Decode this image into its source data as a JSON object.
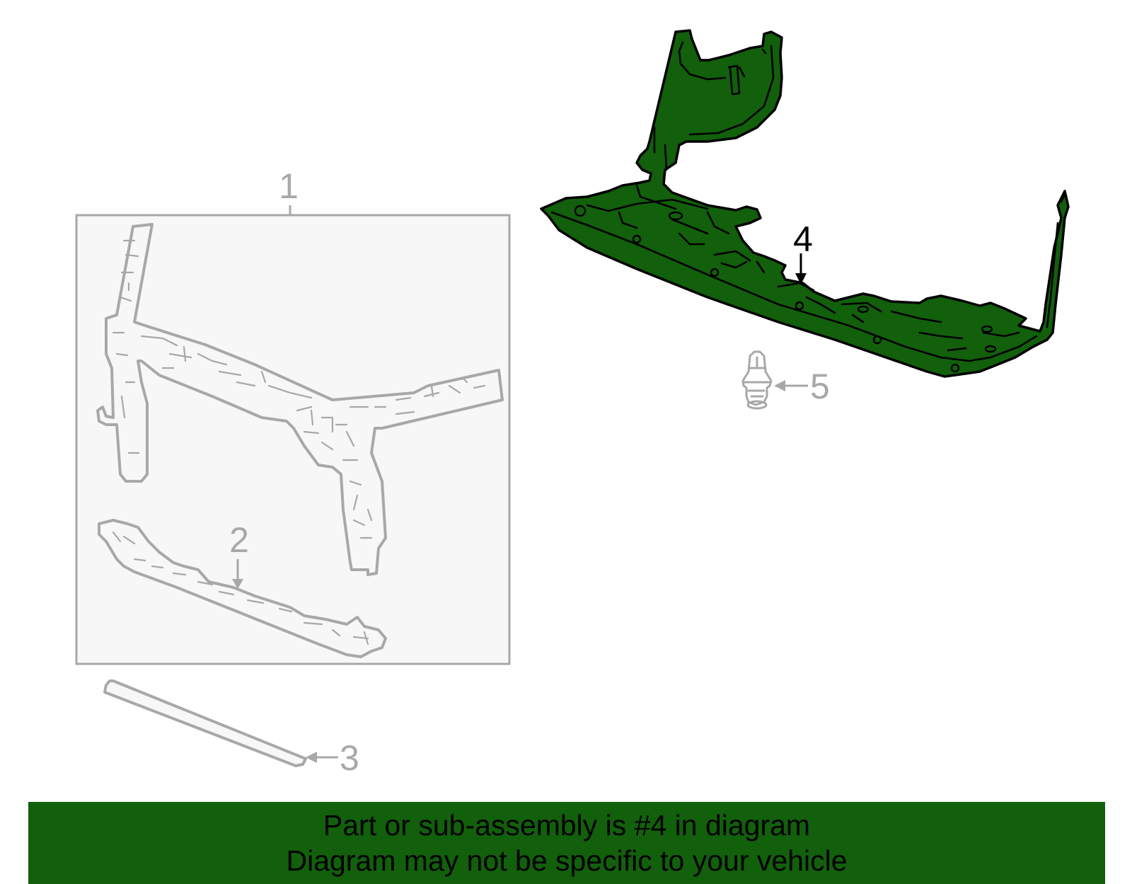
{
  "callouts": {
    "c1": "1",
    "c2": "2",
    "c3": "3",
    "c4": "4",
    "c5": "5"
  },
  "parts": [
    {
      "number": "1",
      "highlighted": false
    },
    {
      "number": "2",
      "highlighted": false
    },
    {
      "number": "3",
      "highlighted": false
    },
    {
      "number": "4",
      "highlighted": true
    },
    {
      "number": "5",
      "highlighted": false
    }
  ],
  "banner": {
    "line1": "Part or sub-assembly is #4 in diagram",
    "line2": "Diagram may not be specific to your vehicle"
  },
  "colors": {
    "highlight": "#125f0c",
    "ghost_outline": "#a8a8a8",
    "ghost_fill": "#f7f7f7",
    "banner_background": "#125f0c"
  }
}
